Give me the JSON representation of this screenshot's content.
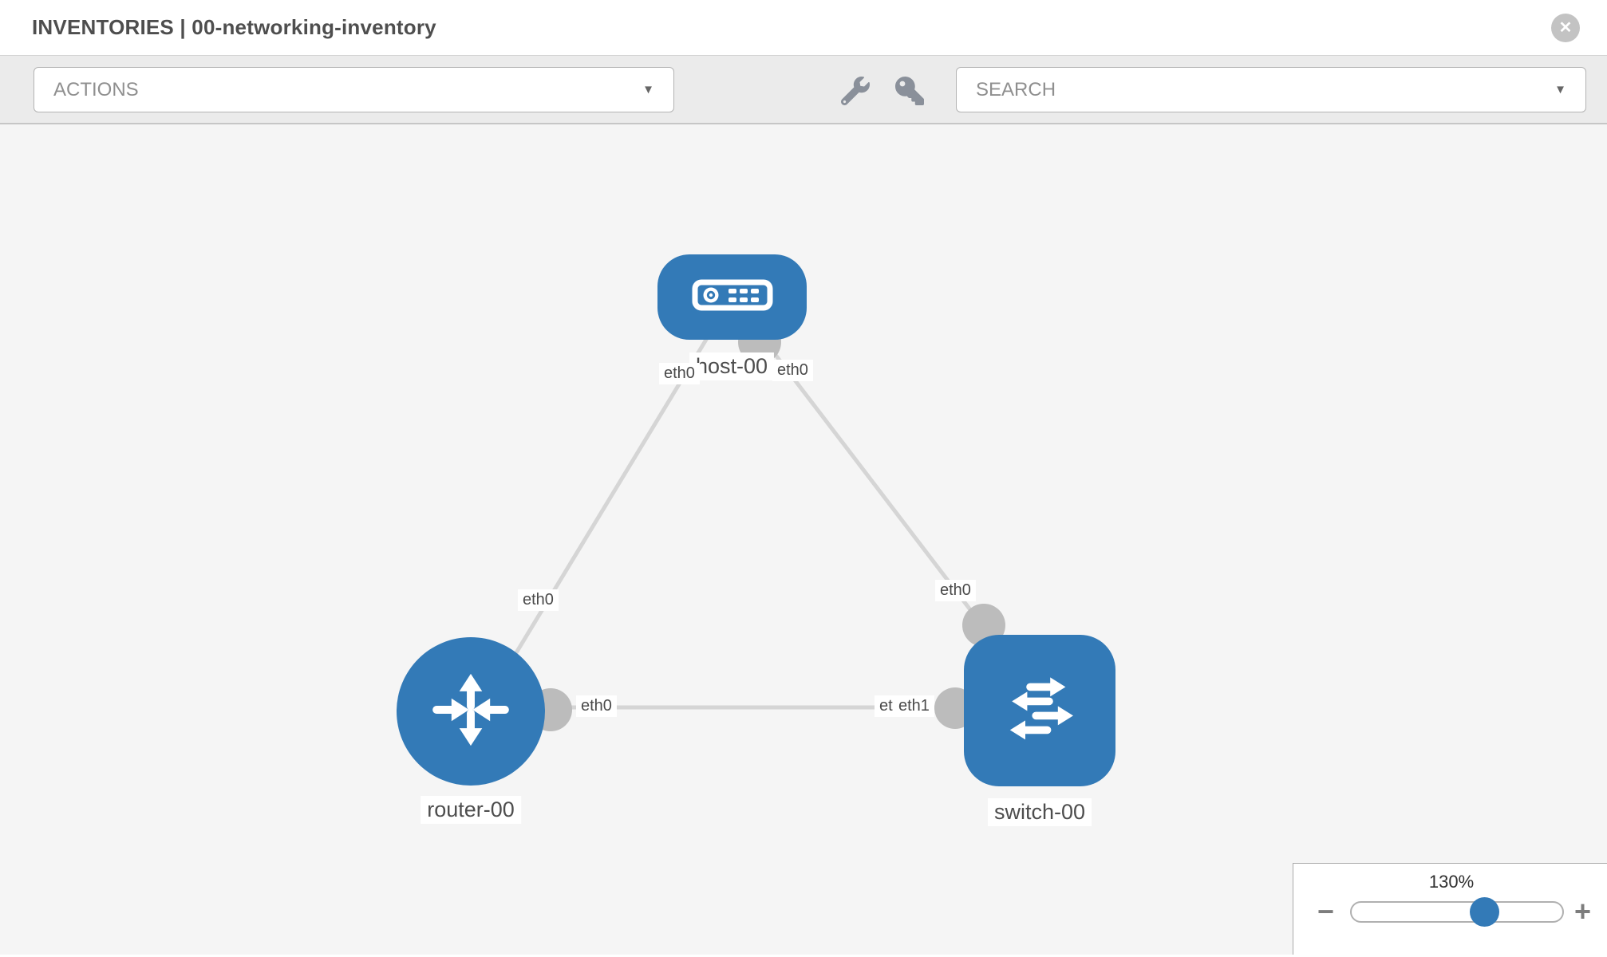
{
  "header": {
    "title": "INVENTORIES | 00-networking-inventory",
    "close_glyph": "✕"
  },
  "toolbar": {
    "actions_dropdown": {
      "label": "ACTIONS",
      "caret": "▼"
    },
    "search_dropdown": {
      "label": "SEARCH",
      "caret": "▼"
    },
    "tools": [
      {
        "icon": "wrench-icon"
      },
      {
        "icon": "key-icon"
      }
    ]
  },
  "colors": {
    "node_blue": "#337ab7",
    "link_gray": "#d5d5d5",
    "interface_dot_gray": "#bcbcbc",
    "canvas_bg": "#f5f5f5",
    "toolbar_bg": "#ebebeb"
  },
  "topology": {
    "nodes": [
      {
        "id": "host-00",
        "type": "host",
        "label": "host-00"
      },
      {
        "id": "router-00",
        "type": "router",
        "label": "router-00"
      },
      {
        "id": "switch-00",
        "type": "switch",
        "label": "switch-00"
      }
    ],
    "links": [
      {
        "from": "host-00",
        "to": "router-00",
        "from_iface": "eth0",
        "to_iface": "eth0"
      },
      {
        "from": "host-00",
        "to": "switch-00",
        "from_iface": "eth0",
        "to_iface": "eth0"
      },
      {
        "from": "router-00",
        "to": "switch-00",
        "from_iface": "eth0",
        "to_iface": "eth1"
      }
    ],
    "iface_labels": [
      {
        "text": "eth0"
      },
      {
        "text": "eth0"
      },
      {
        "text": "eth0"
      },
      {
        "text": "eth0"
      },
      {
        "text": "eth0"
      },
      {
        "text": "eth1"
      },
      {
        "text": "eth0"
      }
    ]
  },
  "zoom_control": {
    "level": "130%",
    "minus_glyph": "−",
    "plus_glyph": "+"
  }
}
